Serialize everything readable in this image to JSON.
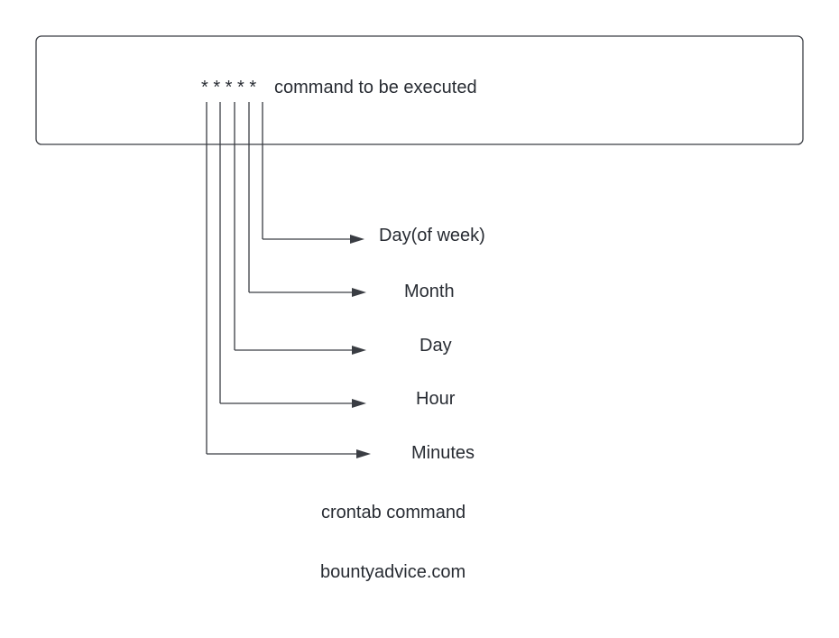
{
  "header": {
    "stars": "* * * * *",
    "command": "command to be executed"
  },
  "fields": [
    {
      "label": "Day(of week)"
    },
    {
      "label": "Month"
    },
    {
      "label": "Day"
    },
    {
      "label": "Hour"
    },
    {
      "label": "Minutes"
    }
  ],
  "caption": "crontab command",
  "source": "bountyadvice.com",
  "colors": {
    "line": "#3a3d43",
    "text": "#282c33",
    "box_border": "#3a3d43"
  }
}
